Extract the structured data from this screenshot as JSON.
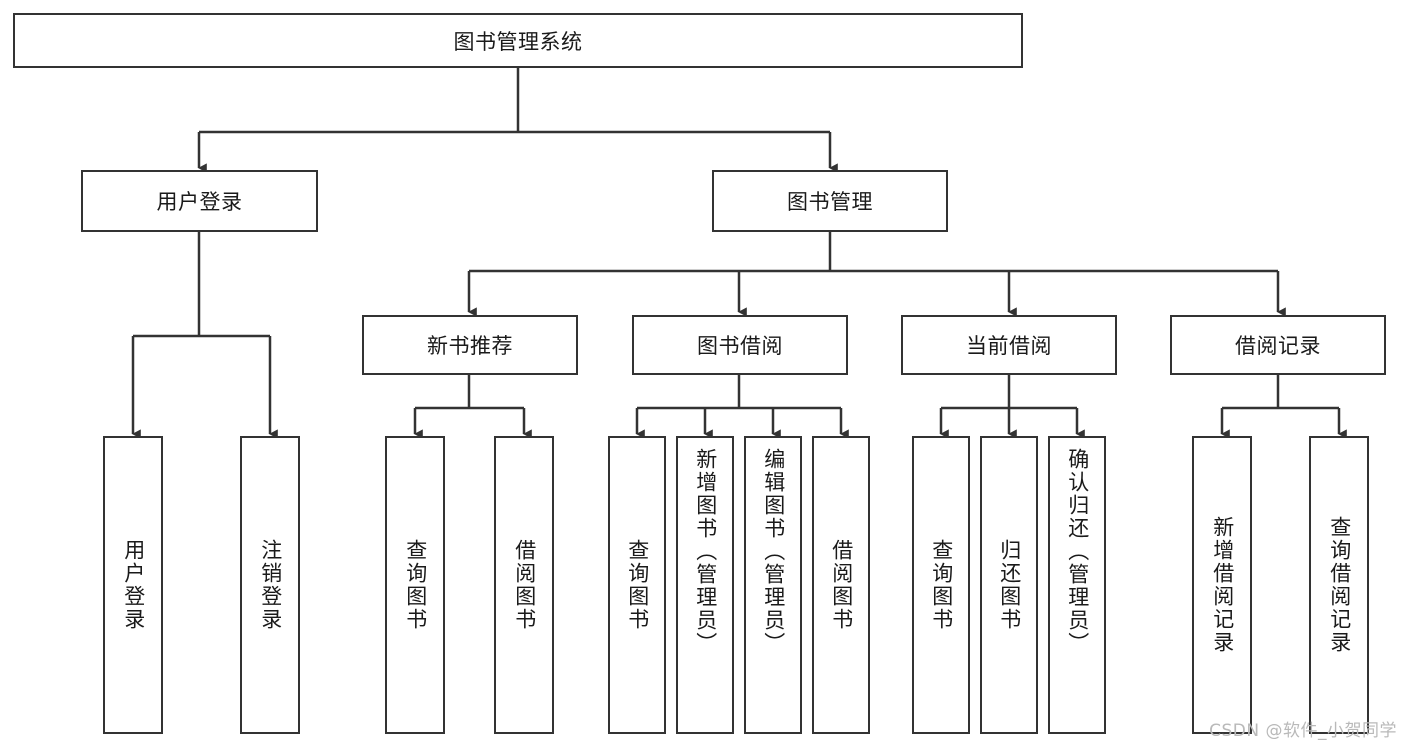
{
  "diagram": {
    "title": "图书管理系统",
    "root": {
      "label": "图书管理系统"
    },
    "level1": [
      {
        "label": "用户登录"
      },
      {
        "label": "图书管理"
      }
    ],
    "level2": [
      {
        "label": "新书推荐"
      },
      {
        "label": "图书借阅"
      },
      {
        "label": "当前借阅"
      },
      {
        "label": "借阅记录"
      }
    ],
    "leaves": {
      "user_login": [
        {
          "label": "用户登录"
        },
        {
          "label": "注销登录"
        }
      ],
      "new_book_recommend": [
        {
          "label": "查询图书"
        },
        {
          "label": "借阅图书"
        }
      ],
      "book_borrow": [
        {
          "label": "查询图书"
        },
        {
          "label": "新增图书（管理员）"
        },
        {
          "label": "编辑图书（管理员）"
        },
        {
          "label": "借阅图书"
        }
      ],
      "current_borrow": [
        {
          "label": "查询图书"
        },
        {
          "label": "归还图书"
        },
        {
          "label": "确认归还（管理员）"
        }
      ],
      "borrow_records": [
        {
          "label": "新增借阅记录"
        },
        {
          "label": "查询借阅记录"
        }
      ]
    }
  },
  "watermark": {
    "text": "CSDN @软件_小贺同学"
  },
  "colors": {
    "stroke": "#333333",
    "background": "#ffffff",
    "text": "#1a1a1a",
    "watermark": "#b9b9b9"
  }
}
